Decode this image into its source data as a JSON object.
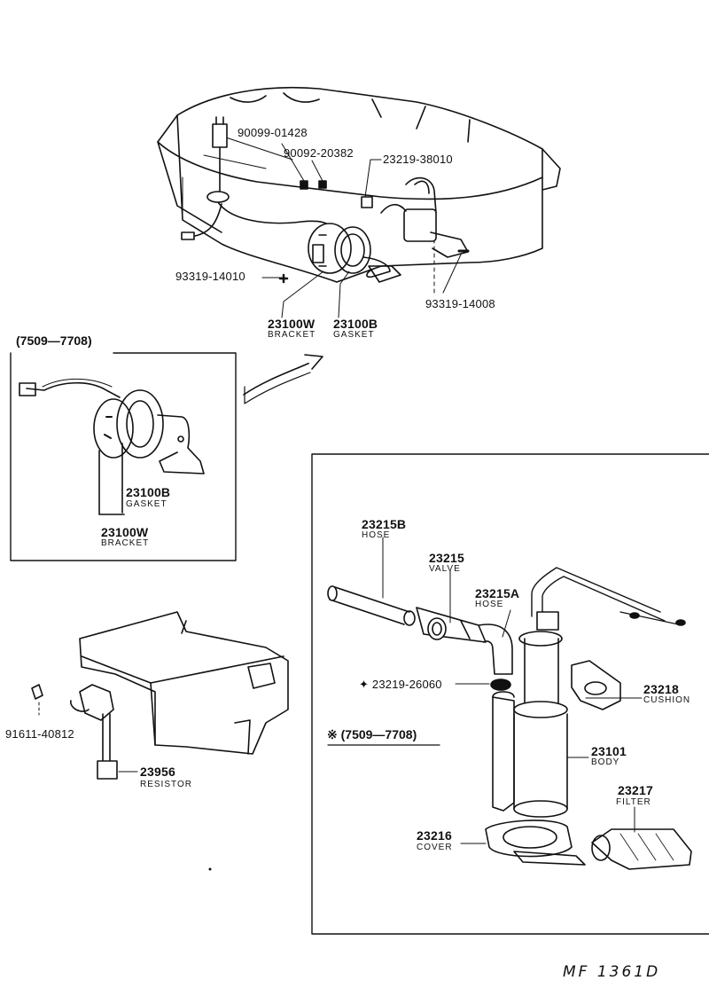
{
  "tank": {
    "parts": [
      {
        "pn": "90099-01428"
      },
      {
        "pn": "90092-20382"
      },
      {
        "pn": "23219-38010"
      },
      {
        "pn": "93319-14010"
      },
      {
        "pn": "93319-14008"
      },
      {
        "pn": "23100W",
        "name": "BRACKET"
      },
      {
        "pn": "23100B",
        "name": "GASKET"
      }
    ]
  },
  "inset": {
    "range": "(7509—7708)",
    "parts": [
      {
        "pn": "23100B",
        "name": "GASKET"
      },
      {
        "pn": "23100W",
        "name": "BRACKET"
      }
    ]
  },
  "resistor": {
    "parts": [
      {
        "pn": "91611-40812"
      },
      {
        "pn": "23956",
        "name": "RESISTOR"
      }
    ]
  },
  "pump": {
    "range": "※ (7509—7708)",
    "mark_part": "✦ 23219-26060",
    "parts": [
      {
        "pn": "23215B",
        "name": "HOSE"
      },
      {
        "pn": "23215",
        "name": "VALVE"
      },
      {
        "pn": "23215A",
        "name": "HOSE"
      },
      {
        "pn": "23218",
        "name": "CUSHION"
      },
      {
        "pn": "23101",
        "name": "BODY"
      },
      {
        "pn": "23217",
        "name": "FILTER"
      },
      {
        "pn": "23216",
        "name": "COVER"
      }
    ]
  },
  "figure_ref": "MF 1361D"
}
